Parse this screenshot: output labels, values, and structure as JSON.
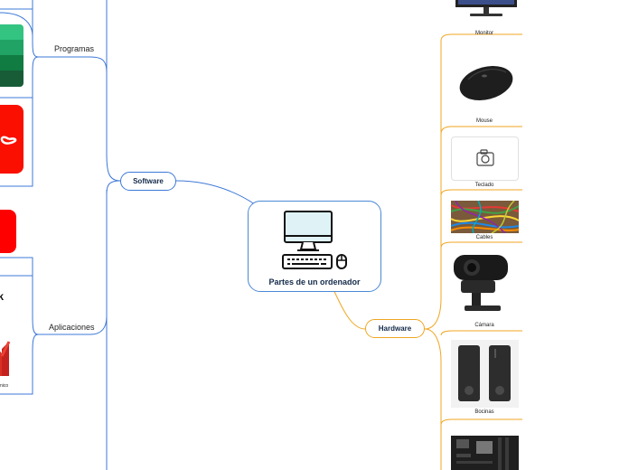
{
  "central": {
    "title": "Partes de un ordenador",
    "icon": "desktop-computer-icon"
  },
  "software": {
    "label": "Software",
    "color": "#3c78d8",
    "branches": [
      {
        "label": "Programas"
      },
      {
        "label": "Aplicaciones"
      }
    ],
    "apps_partial": {
      "facebook_fragment": "ok",
      "gmail_fragment": "nico"
    }
  },
  "hardware": {
    "label": "Hardware",
    "color": "#f0a622",
    "items": [
      {
        "label": "Monitor",
        "icon": "monitor-icon"
      },
      {
        "label": "Mouse",
        "icon": "mouse-icon"
      },
      {
        "label": "Teclado",
        "icon": "camera-icon"
      },
      {
        "label": "Cables",
        "icon": "cables-photo"
      },
      {
        "label": "Cámara",
        "icon": "webcam-icon"
      },
      {
        "label": "Bocinas",
        "icon": "speakers-icon"
      },
      {
        "label": "",
        "icon": "motherboard-icon"
      }
    ]
  }
}
